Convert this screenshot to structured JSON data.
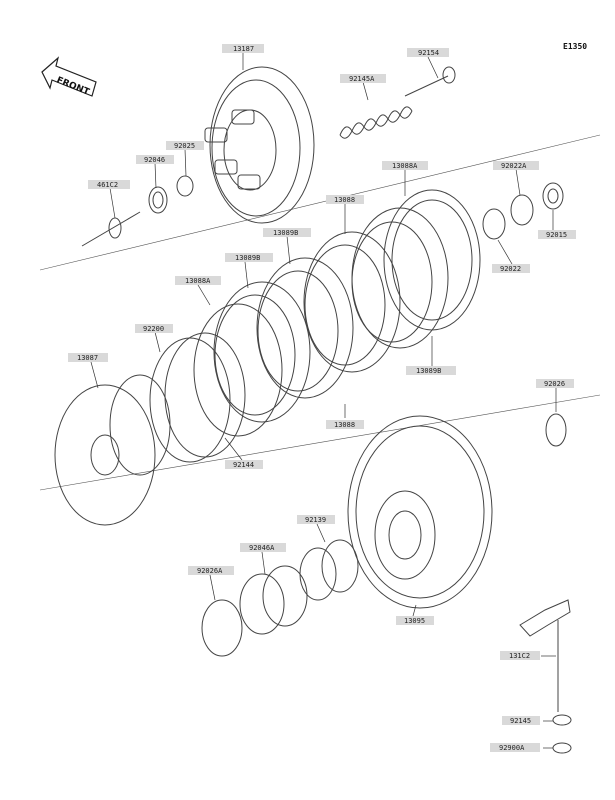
{
  "diagram": {
    "code": "E1350",
    "front_label": "FRONT",
    "parts": [
      {
        "id": "13187",
        "label": "13187"
      },
      {
        "id": "92154",
        "label": "92154"
      },
      {
        "id": "92145A",
        "label": "92145A"
      },
      {
        "id": "92025",
        "label": "92025"
      },
      {
        "id": "92046",
        "label": "92046"
      },
      {
        "id": "461C2",
        "label": "461C2"
      },
      {
        "id": "13088A_top",
        "label": "13088A"
      },
      {
        "id": "92022A",
        "label": "92022A"
      },
      {
        "id": "13088_top",
        "label": "13088"
      },
      {
        "id": "13089B",
        "label": "13089B"
      },
      {
        "id": "92015",
        "label": "92015"
      },
      {
        "id": "92022",
        "label": "92022"
      },
      {
        "id": "13088A_left",
        "label": "13088A"
      },
      {
        "id": "13089B_right",
        "label": "13089B"
      },
      {
        "id": "92200",
        "label": "92200"
      },
      {
        "id": "13087",
        "label": "13087"
      },
      {
        "id": "13088_bottom",
        "label": "13088"
      },
      {
        "id": "92144",
        "label": "92144"
      },
      {
        "id": "92026",
        "label": "92026"
      },
      {
        "id": "92139",
        "label": "92139"
      },
      {
        "id": "92046A",
        "label": "92046A"
      },
      {
        "id": "92026A",
        "label": "92026A"
      },
      {
        "id": "13095",
        "label": "13095"
      },
      {
        "id": "131C2",
        "label": "131C2"
      },
      {
        "id": "92145",
        "label": "92145"
      },
      {
        "id": "92900A",
        "label": "92900A"
      }
    ]
  }
}
